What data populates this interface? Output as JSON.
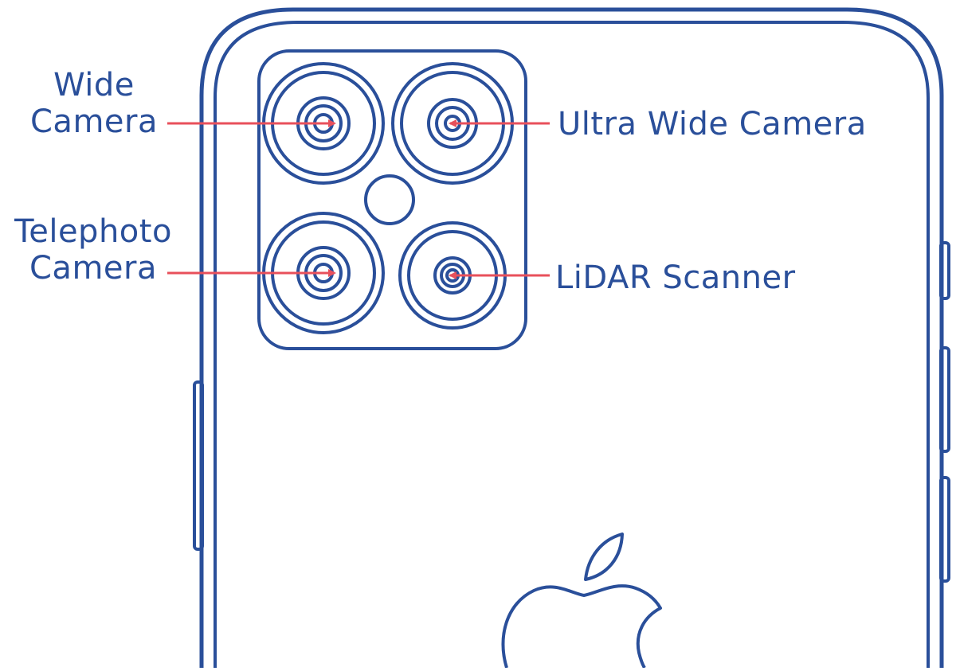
{
  "colors": {
    "outline": "#2a4f9a",
    "arrow": "#e8505b",
    "background": "#ffffff"
  },
  "labels": {
    "wide_camera": {
      "line1": "Wide",
      "line2": "Camera"
    },
    "telephoto_camera": {
      "line1": "Telephoto",
      "line2": "Camera"
    },
    "ultra_wide_camera": "Ultra Wide Camera",
    "lidar_scanner": "LiDAR Scanner"
  },
  "icons": [
    "apple-logo-icon"
  ]
}
